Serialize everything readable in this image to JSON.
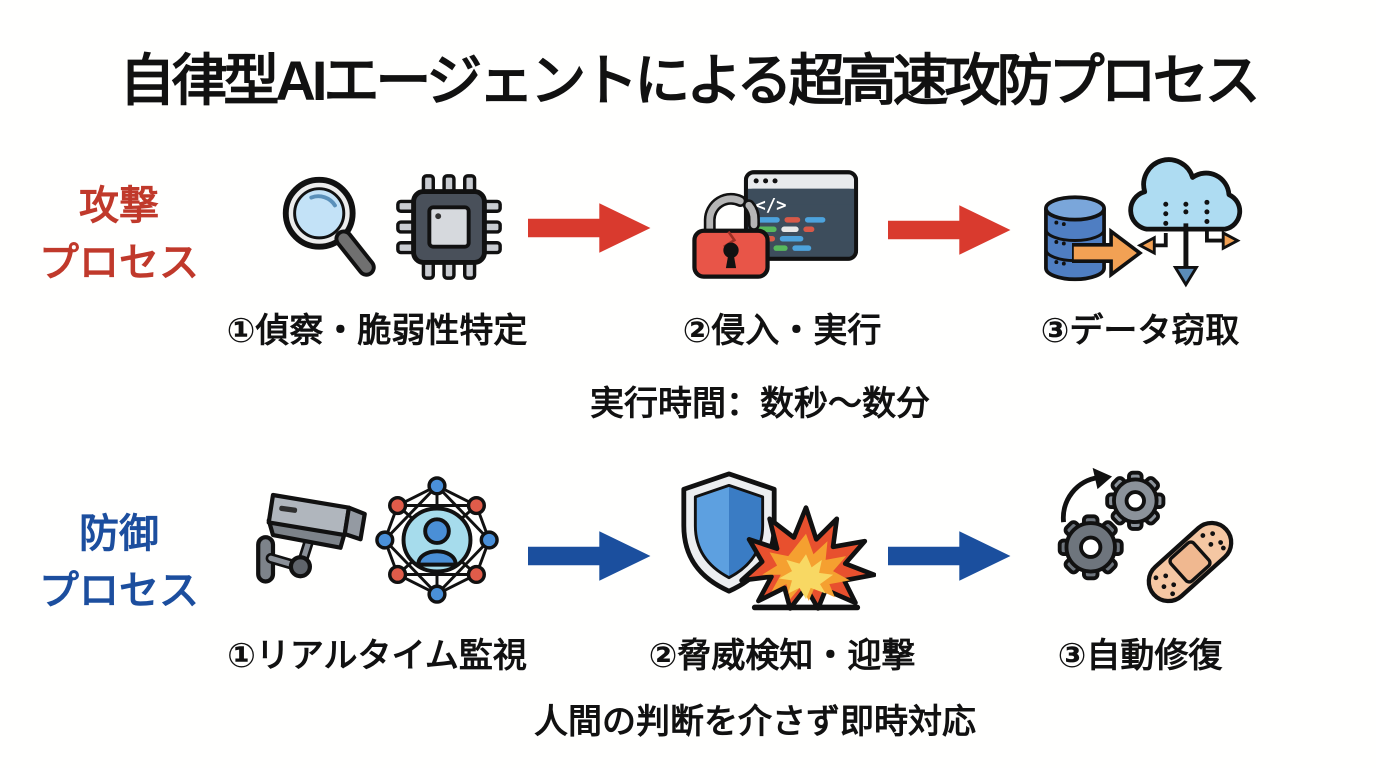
{
  "title": "自律型AIエージェントによる超高速攻防プロセス",
  "colors": {
    "background": "#ffffff",
    "text": "#111111",
    "attack_text": "#c0392b",
    "attack_arrow": "#d93a2e",
    "defense_text": "#1c4e9e",
    "defense_arrow": "#1b4f9e"
  },
  "attack": {
    "label_line1": "攻撃",
    "label_line2": "プロセス",
    "arrow_color": "#d93a2e",
    "steps": [
      {
        "label": "①偵察・脆弱性特定",
        "icons": [
          "magnifier-icon",
          "chip-icon"
        ]
      },
      {
        "label": "②侵入・実行",
        "icons": [
          "broken-padlock-icon",
          "code-window-icon"
        ]
      },
      {
        "label": "③データ窃取",
        "icons": [
          "database-icon",
          "exfiltration-arrow-icon",
          "cloud-download-icon"
        ]
      }
    ],
    "note": "実行時間：数秒〜数分"
  },
  "defense": {
    "label_line1": "防御",
    "label_line2": "プロセス",
    "arrow_color": "#1b4f9e",
    "steps": [
      {
        "label": "①リアルタイム監視",
        "icons": [
          "cctv-camera-icon",
          "network-person-icon"
        ]
      },
      {
        "label": "②脅威検知・迎撃",
        "icons": [
          "shield-icon",
          "explosion-icon"
        ]
      },
      {
        "label": "③自動修復",
        "icons": [
          "gears-icon",
          "bandage-icon"
        ]
      }
    ],
    "note": "人間の判断を介さず即時対応"
  }
}
